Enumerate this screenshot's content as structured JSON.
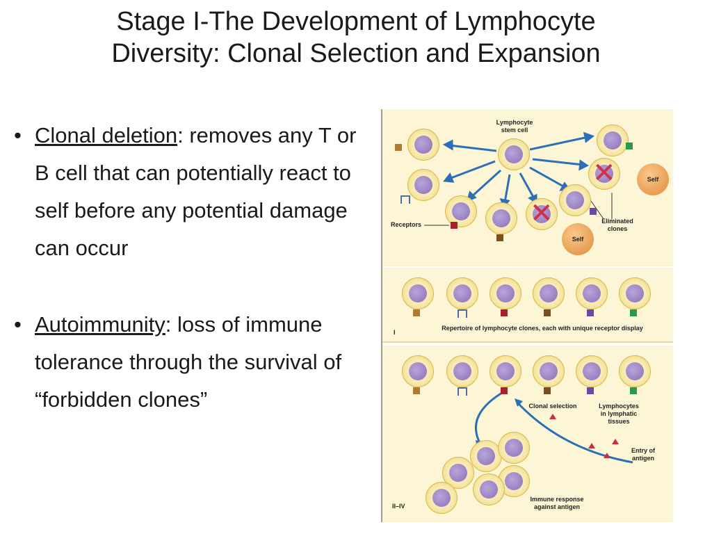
{
  "slide": {
    "title_line1": "Stage I-The Development of Lymphocyte",
    "title_line2": "Diversity: Clonal Selection and Expansion"
  },
  "bullets": [
    {
      "term": "Clonal deletion",
      "text": ": removes any T or B cell that can potentially react to self before any potential damage can occur"
    },
    {
      "term": "Autoimmunity",
      "text": ":  loss of immune tolerance through the survival of “forbidden clones”"
    }
  ],
  "figure": {
    "stem_cell_label": "Lymphocyte\nstem cell",
    "self_label_1": "Self",
    "self_label_2": "Self",
    "receptors_label": "Receptors",
    "eliminated_label": "Eliminated\nclones",
    "panel1_numeral": "I",
    "repertoire_label": "Repertoire of lymphocyte clones, each with unique receptor display",
    "clonal_selection_label": "Clonal selection",
    "lymphocytes_label": "Lymphocytes\nin lymphatic\ntissues",
    "entry_label": "Entry of\nantigen",
    "immune_response_label": "Immune response\nagainst antigen",
    "panel3_numeral": "II–IV",
    "accent_blue": "#2a6fb8",
    "nucleus_color": "#8b70b8"
  }
}
